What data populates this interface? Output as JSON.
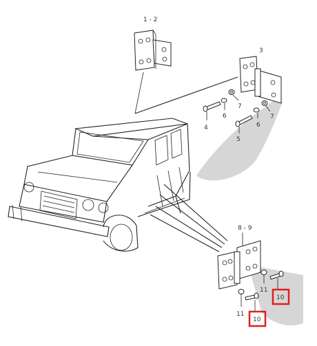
{
  "callouts": {
    "c12": "1 - 2",
    "c3": "3",
    "c4": "4",
    "c5": "5",
    "c6a": "6",
    "c6b": "6",
    "c7a": "7",
    "c7b": "7",
    "c89": "8 - 9",
    "c10a": "10",
    "c10b": "10",
    "c11a": "11",
    "c11b": "11"
  },
  "colors": {
    "shadow": "#d6d6d6",
    "highlight": "#e02020",
    "ink": "#222222"
  }
}
